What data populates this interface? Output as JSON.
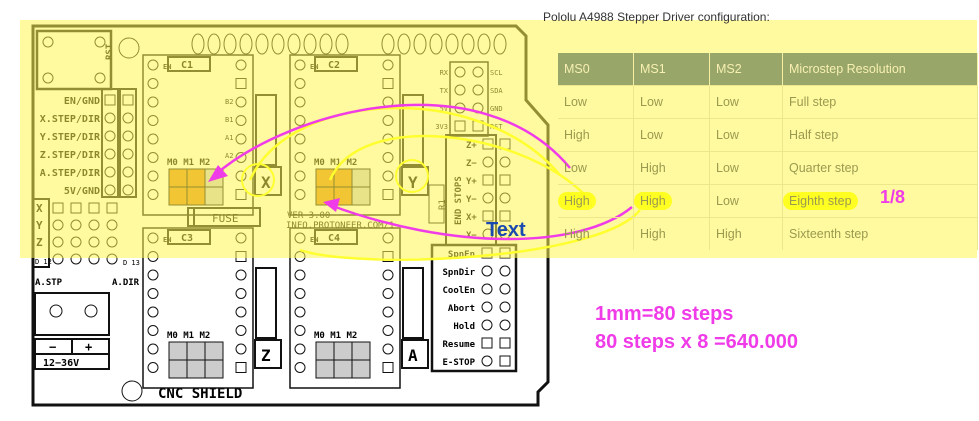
{
  "board": {
    "name": "CNC SHIELD",
    "version": "VER 3.00",
    "url": "INFO.PROTONEER.COM/1",
    "rst_label": "RST",
    "left_pins": [
      "EN/GND",
      "X.STEP/DIR",
      "Y.STEP/DIR",
      "Z.STEP/DIR",
      "A.STEP/DIR",
      "5V/GND"
    ],
    "axis_rows": [
      "X",
      "Y",
      "Z"
    ],
    "d12": "D 12",
    "d13": "D 13",
    "a_stp": "A.STP",
    "a_dir": "A.DIR",
    "power_minus": "−",
    "power_plus": "+",
    "power_range": "12−36V",
    "fuse": "FUSE",
    "r1": "R1",
    "en": "EN",
    "drivers": [
      {
        "cap": "C1",
        "axis": "X",
        "jumpers": "M0 M1 M2",
        "jumpers_set": [
          "M0",
          "M1"
        ]
      },
      {
        "cap": "C2",
        "axis": "Y",
        "jumpers": "M0 M1 M2",
        "jumpers_set": [
          "M0",
          "M1"
        ]
      },
      {
        "cap": "C3",
        "axis": "Z",
        "jumpers": "M0 M1 M2",
        "jumpers_set": []
      },
      {
        "cap": "C4",
        "axis": "A",
        "jumpers": "M0 M1 M2",
        "jumpers_set": []
      }
    ],
    "c1_side_labels": [
      "B2",
      "B1",
      "A1",
      "A2"
    ],
    "i2c_left": [
      "RX",
      "TX",
      "5V",
      "3V3"
    ],
    "i2c_right": [
      "SCL",
      "SDA",
      "GND",
      "RST"
    ],
    "end_stops_title": "END STOPS",
    "end_stops": [
      "Z+",
      "Z−",
      "Y+",
      "Y−",
      "X+",
      "X−"
    ],
    "control_pins": [
      "SpnEn",
      "SpnDir",
      "CoolEn",
      "Abort",
      "Hold",
      "Resume",
      "E-STOP"
    ]
  },
  "config": {
    "title": "Pololu A4988 Stepper Driver configuration:",
    "headers": [
      "MS0",
      "MS1",
      "MS2",
      "Microstep Resolution"
    ],
    "rows": [
      [
        "Low",
        "Low",
        "Low",
        "Full step"
      ],
      [
        "High",
        "Low",
        "Low",
        "Half step"
      ],
      [
        "Low",
        "High",
        "Low",
        "Quarter step"
      ],
      [
        "High",
        "High",
        "Low",
        "Eighth step"
      ],
      [
        "High",
        "High",
        "High",
        "Sixteenth step"
      ]
    ],
    "highlighted_row": 3
  },
  "annotations": {
    "fraction": "1/8",
    "text_label": "Text",
    "calc_line1": "1mm=80 steps",
    "calc_line2": "80 steps x 8 =640.000",
    "pink": "#f03ce8",
    "blue": "#1a4ab0",
    "highlight_yellow": "#fff566"
  }
}
